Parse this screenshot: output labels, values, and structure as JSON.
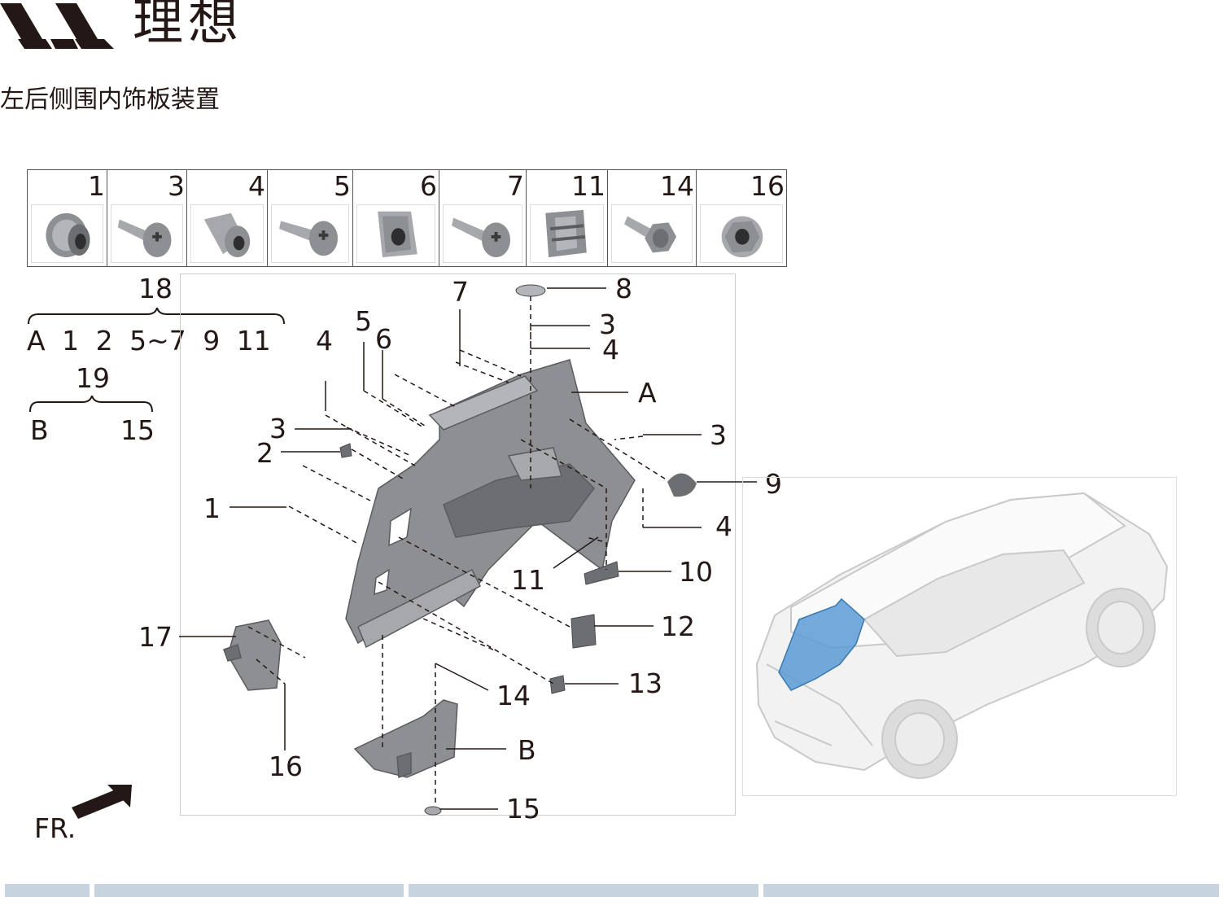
{
  "brand": {
    "name": "理想",
    "logo_icon": "li-auto-logo-icon"
  },
  "title": "左后侧围内饰板装置",
  "fasteners": [
    {
      "number": "1",
      "icon": "push-rivet-icon"
    },
    {
      "number": "3",
      "icon": "tapping-screw-icon"
    },
    {
      "number": "4",
      "icon": "expansion-nut-icon"
    },
    {
      "number": "5",
      "icon": "tapping-screw-icon"
    },
    {
      "number": "6",
      "icon": "u-clip-nut-icon"
    },
    {
      "number": "7",
      "icon": "tapping-screw-icon"
    },
    {
      "number": "11",
      "icon": "retaining-clip-icon"
    },
    {
      "number": "14",
      "icon": "hex-flange-bolt-icon"
    },
    {
      "number": "16",
      "icon": "hex-flange-nut-icon"
    }
  ],
  "groups": {
    "group_18": {
      "number": "18",
      "items": [
        "A",
        "1",
        "2",
        "5~7",
        "9",
        "11"
      ]
    },
    "group_19": {
      "number": "19",
      "items": [
        "B",
        "15"
      ]
    }
  },
  "callouts": [
    "1",
    "2",
    "3",
    "3",
    "3",
    "4",
    "4",
    "4",
    "5",
    "6",
    "7",
    "8",
    "9",
    "10",
    "11",
    "12",
    "13",
    "14",
    "15",
    "16",
    "17",
    "A",
    "B"
  ],
  "orientation": {
    "label": "FR.",
    "icon": "forward-arrow-icon"
  },
  "colors": {
    "highlight": "#5b9bd5",
    "ink": "#231815",
    "part": "#8e8f92",
    "footer": "#c7d3df"
  }
}
